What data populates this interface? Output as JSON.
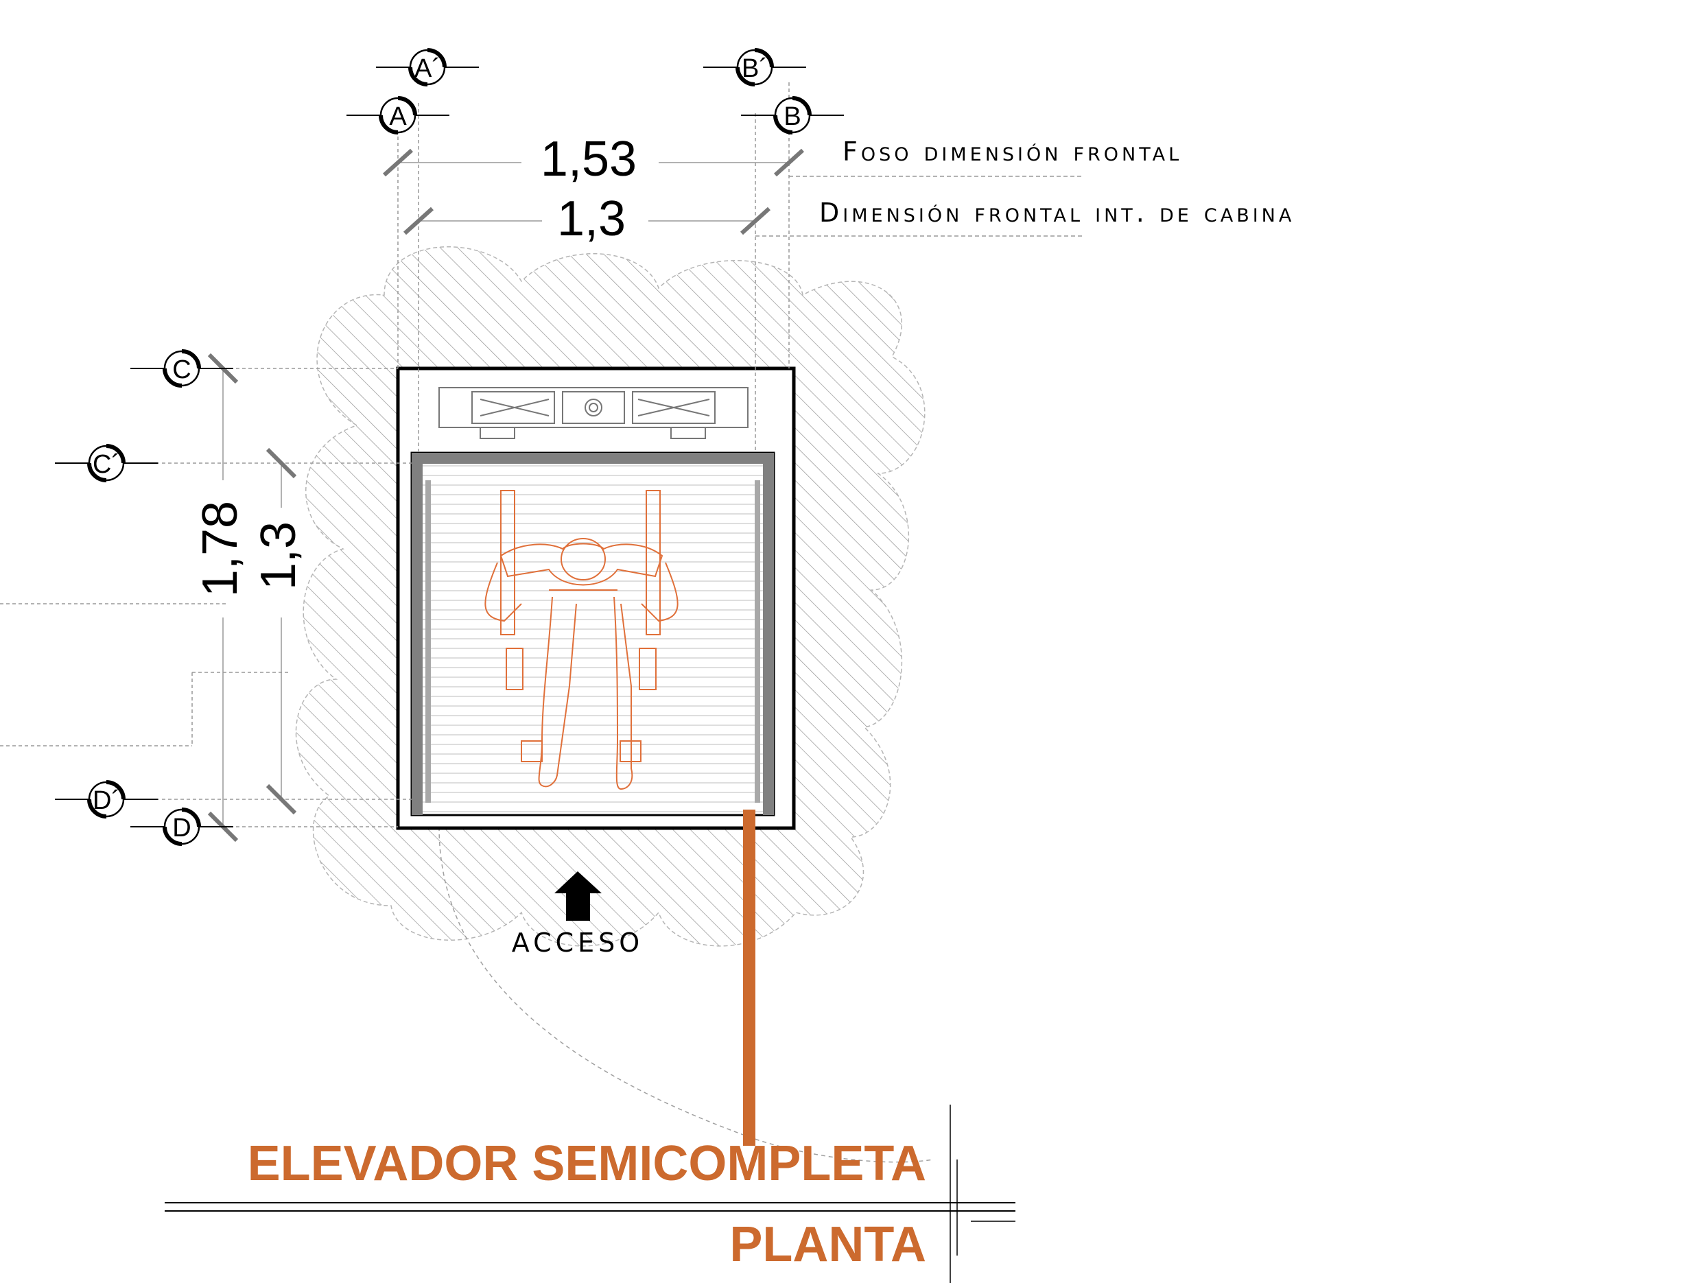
{
  "grid_axes": {
    "a": "A",
    "a_prime": "A´",
    "b": "B",
    "b_prime": "B´",
    "c": "C",
    "c_prime": "C´",
    "d": "D",
    "d_prime": "D´"
  },
  "dimensions": {
    "pit_front_value": "1,53",
    "pit_front_label": "Foso dimensión frontal",
    "cabin_front_value": "1,3",
    "cabin_front_label": "Dimensión frontal int. de cabina",
    "pit_depth_value": "1,78",
    "cabin_depth_value": "1,3"
  },
  "access_label": "ACCESO",
  "title": {
    "main": "ELEVADOR SEMICOMPLETA",
    "sub": "PLANTA"
  },
  "colors": {
    "accent": "#cc6a2e",
    "line": "#000000",
    "hatch": "#9a9a9a",
    "rail": "#808080"
  }
}
